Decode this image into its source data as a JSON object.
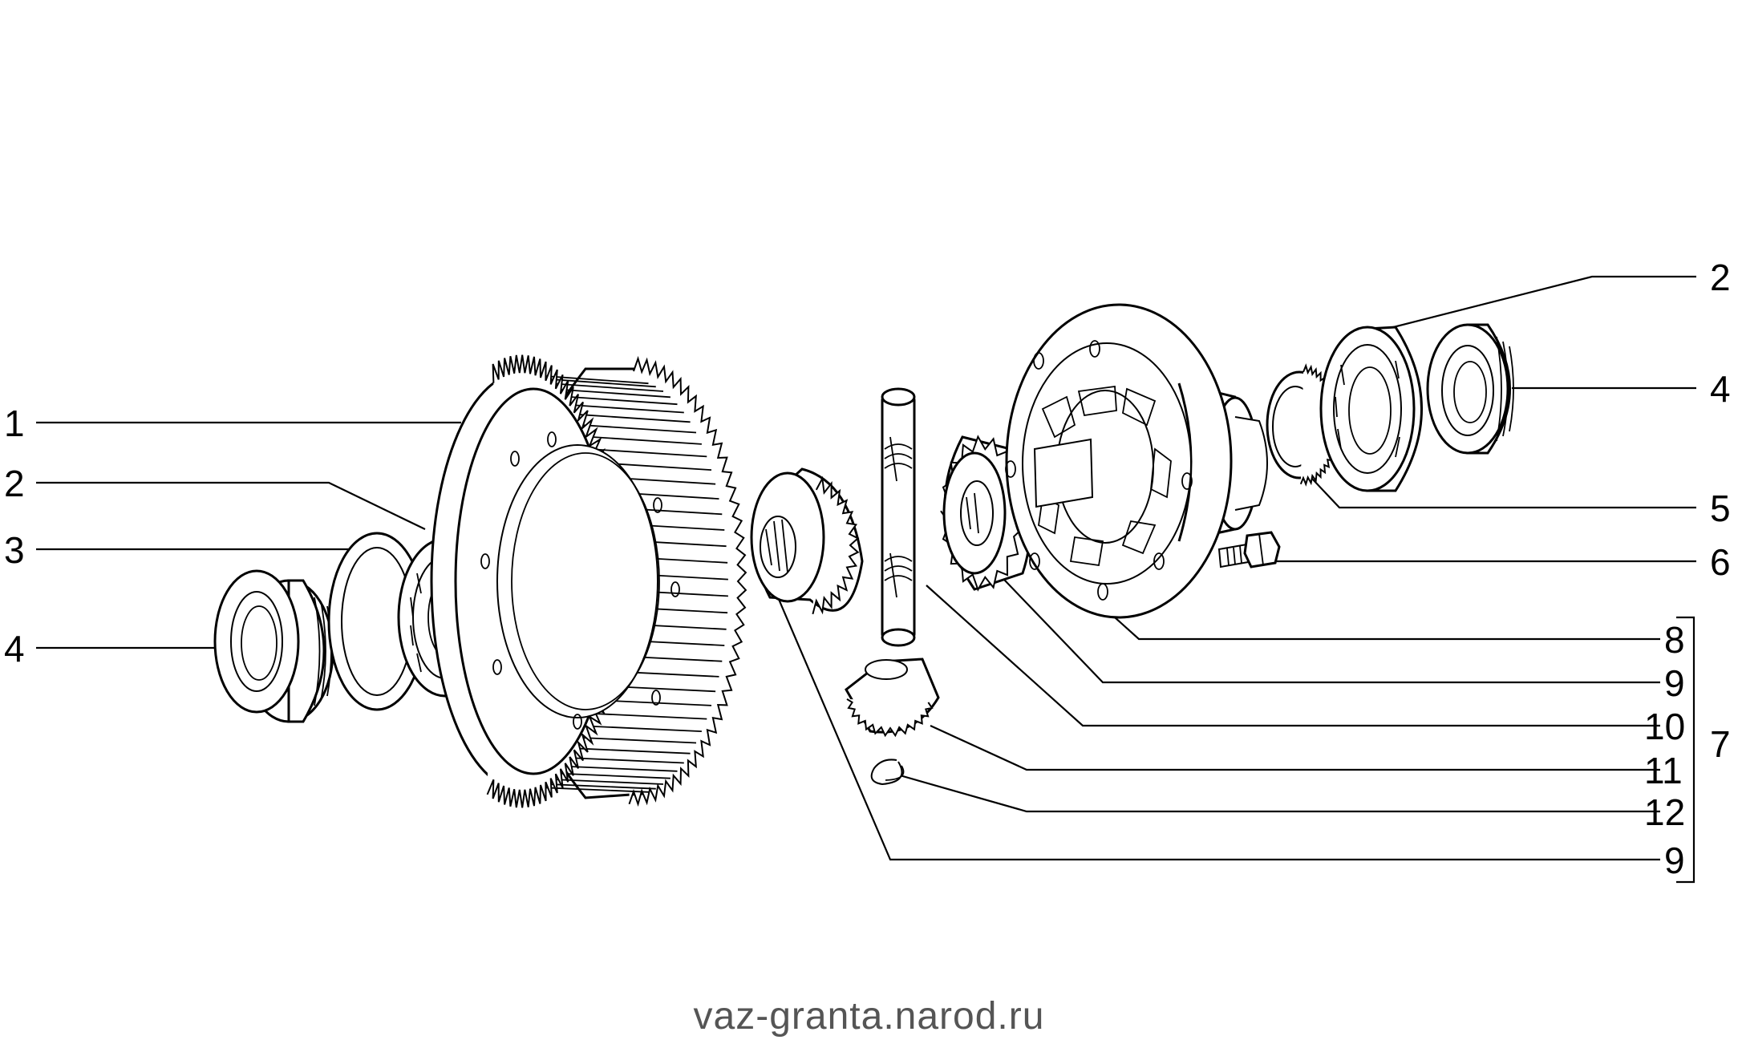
{
  "diagram": {
    "callouts_left": [
      "1",
      "2",
      "3",
      "4"
    ],
    "callouts_right": [
      "2",
      "4",
      "5",
      "6",
      "8",
      "9",
      "10",
      "11",
      "12",
      "9"
    ],
    "group_label": "7",
    "watermark": "vaz-granta.narod.ru"
  },
  "colors": {
    "line": "#000000",
    "background": "#ffffff",
    "watermark": "#555555"
  }
}
